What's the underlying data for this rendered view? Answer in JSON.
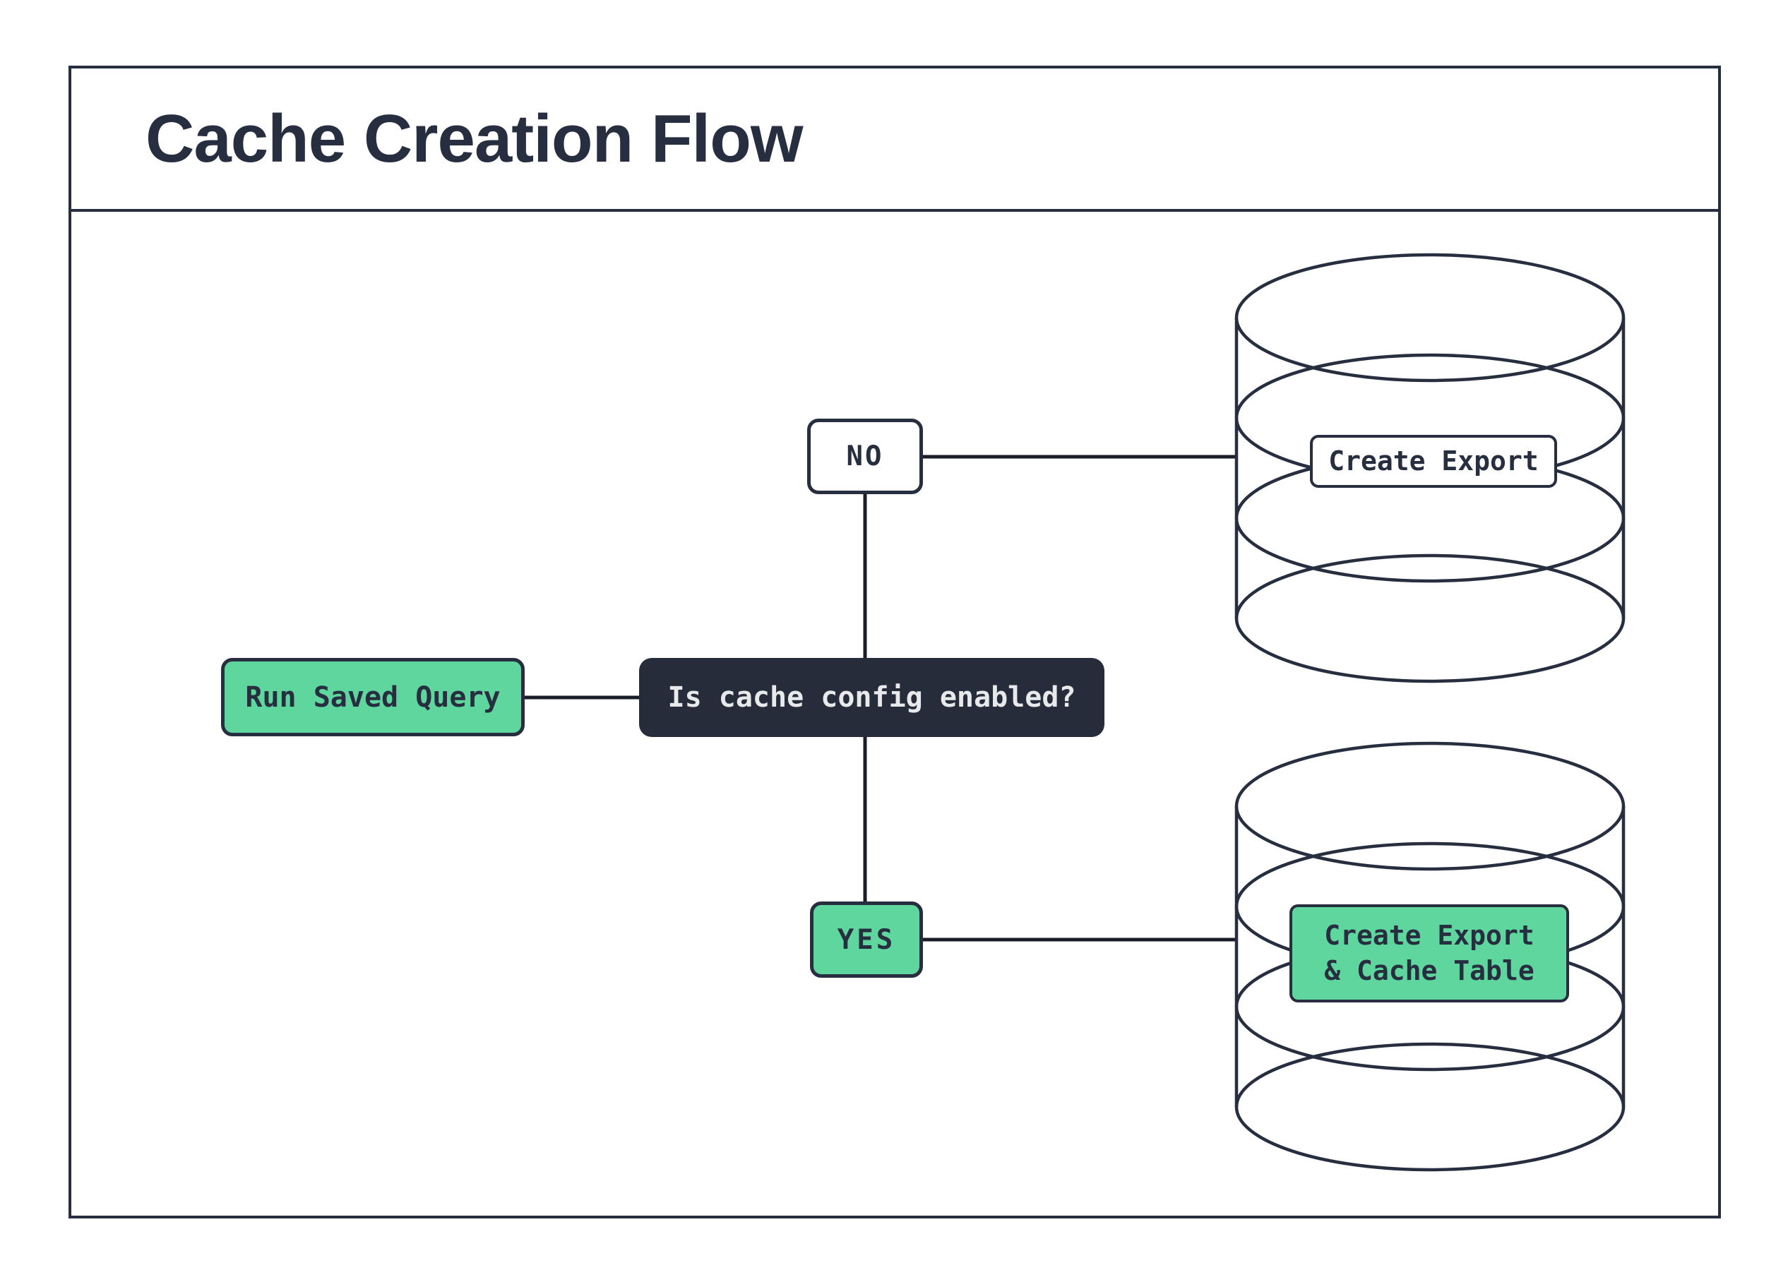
{
  "header": {
    "title": "Cache Creation Flow"
  },
  "colors": {
    "ink": "#272E3F",
    "connector": "#1A1E28",
    "green": "#5FD69E",
    "node_dark_bg": "#272C3B",
    "node_dark_text": "#E8E9EB",
    "canvas_bg": "#FFFFFF"
  },
  "flow": {
    "start": {
      "label": "Run Saved Query"
    },
    "decision": {
      "label": "Is cache config enabled?"
    },
    "branch_no": {
      "label": "NO"
    },
    "branch_yes": {
      "label": "YES"
    },
    "no_result": {
      "label": "Create Export"
    },
    "yes_result": {
      "label_line1": "Create Export",
      "label_line2": "& Cache Table"
    }
  },
  "icons": {
    "database_top": "database-cylinder",
    "database_bottom": "database-cylinder"
  }
}
